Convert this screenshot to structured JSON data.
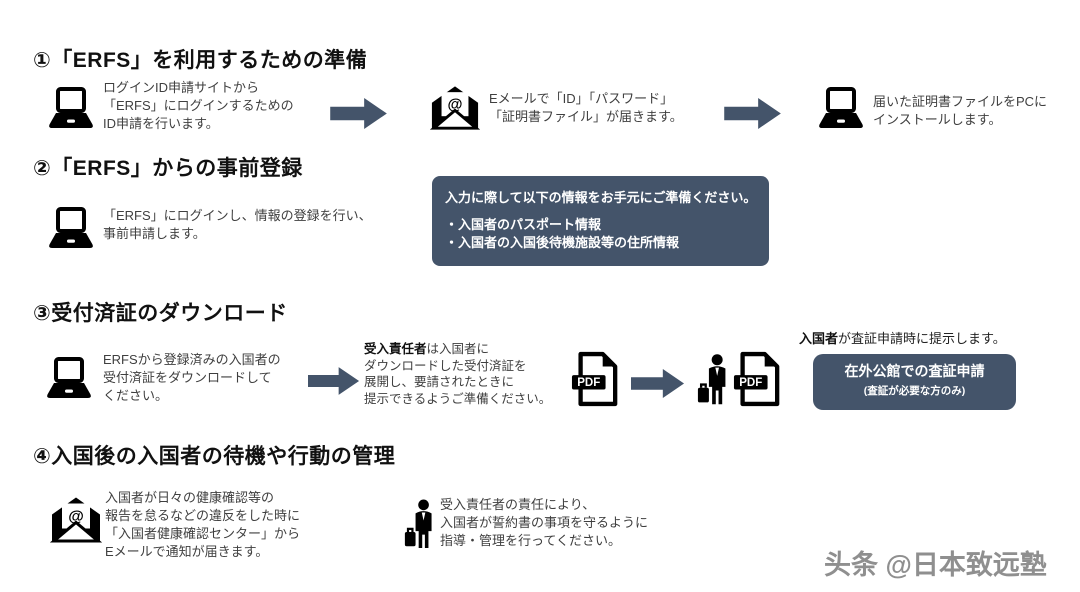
{
  "colors": {
    "accent": "#44546a",
    "icon_black": "#000000",
    "body_text": "#3f3f3f",
    "watermark_gray": "#8f8f8f"
  },
  "icons": {
    "laptop": "laptop-icon",
    "mail": "email-at-envelope-icon",
    "arrow": "arrow-right-icon",
    "pdf": "pdf-file-icon",
    "traveler": "business-traveler-icon"
  },
  "sections": {
    "s1": {
      "title": "①「ERFS」を利用するための準備",
      "step1": "ログインID申請サイトから\n「ERFS」にログインするための\nID申請を行います。",
      "step2": "Eメールで「ID」「パスワード」\n「証明書ファイル」が届きます。",
      "step3": "届いた証明書ファイルをPCに\nインストールします。"
    },
    "s2": {
      "title": "②「ERFS」からの事前登録",
      "step1": "「ERFS」にログインし、情報の登録を行い、\n事前申請します。",
      "info_heading": "入力に際して以下の情報をお手元にご準備ください。",
      "info_items": "・入国者のパスポート情報\n・入国者の入国後待機施設等の住所情報"
    },
    "s3": {
      "title": "③受付済証のダウンロード",
      "step1": "ERFSから登録済みの入国者の\n受付済証をダウンロードして\nください。",
      "step2_lead": "受入責任者",
      "step2_rest": "は入国者に\nダウンロードした受付済証を\n展開し、要請されたときに\n提示できるようご準備ください。",
      "note_lead": "入国者",
      "note_rest": "が査証申請時に提示します。",
      "visa_box_line1": "在外公館での査証申請",
      "visa_box_line2": "(査証が必要な方のみ)"
    },
    "s4": {
      "title": "④入国後の入国者の待機や行動の管理",
      "step1": "入国者が日々の健康確認等の\n報告を怠るなどの違反をした時に\n「入国者健康確認センター」から\nEメールで通知が届きます。",
      "step2": "受入責任者の責任により、\n入国者が誓約書の事項を守るように\n指導・管理を行ってください。"
    }
  },
  "watermark": "头条 @日本致远塾"
}
